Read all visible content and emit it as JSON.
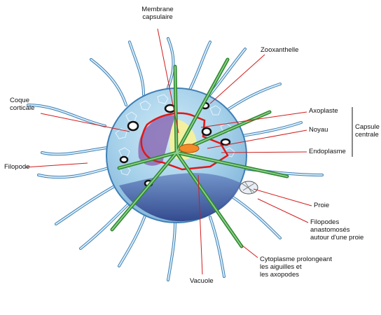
{
  "labels": {
    "membrane": "Membrane\ncapsulaire",
    "zooxanthelle": "Zooxanthelle",
    "coque": "Coque\ncorticale",
    "axoplaste": "Axoplaste",
    "noyau": "Noyau",
    "capsule": "Capsule\ncentrale",
    "endoplasme": "Endoplasme",
    "filopode": "Filopode",
    "proie": "Proie",
    "filopodes_anastomoses": "Filopodes\nanastomosés\nautour d'une proie",
    "cytoplasme": "Cytoplasme prolongeant\nles aiguilles et\nles axopodes",
    "vacuole": "Vacuole"
  },
  "colors": {
    "leader": "#d21c1c",
    "spine_green": "#2f8a2f",
    "spine_light": "#8fd08f",
    "cytoplasm_light": "#b8dcef",
    "cytoplasm_dark": "#3c5fa4",
    "capsule_purple": "#8d72b8",
    "axoplast_yellow": "#f3f0a0",
    "capsule_outline": "#e01818"
  }
}
